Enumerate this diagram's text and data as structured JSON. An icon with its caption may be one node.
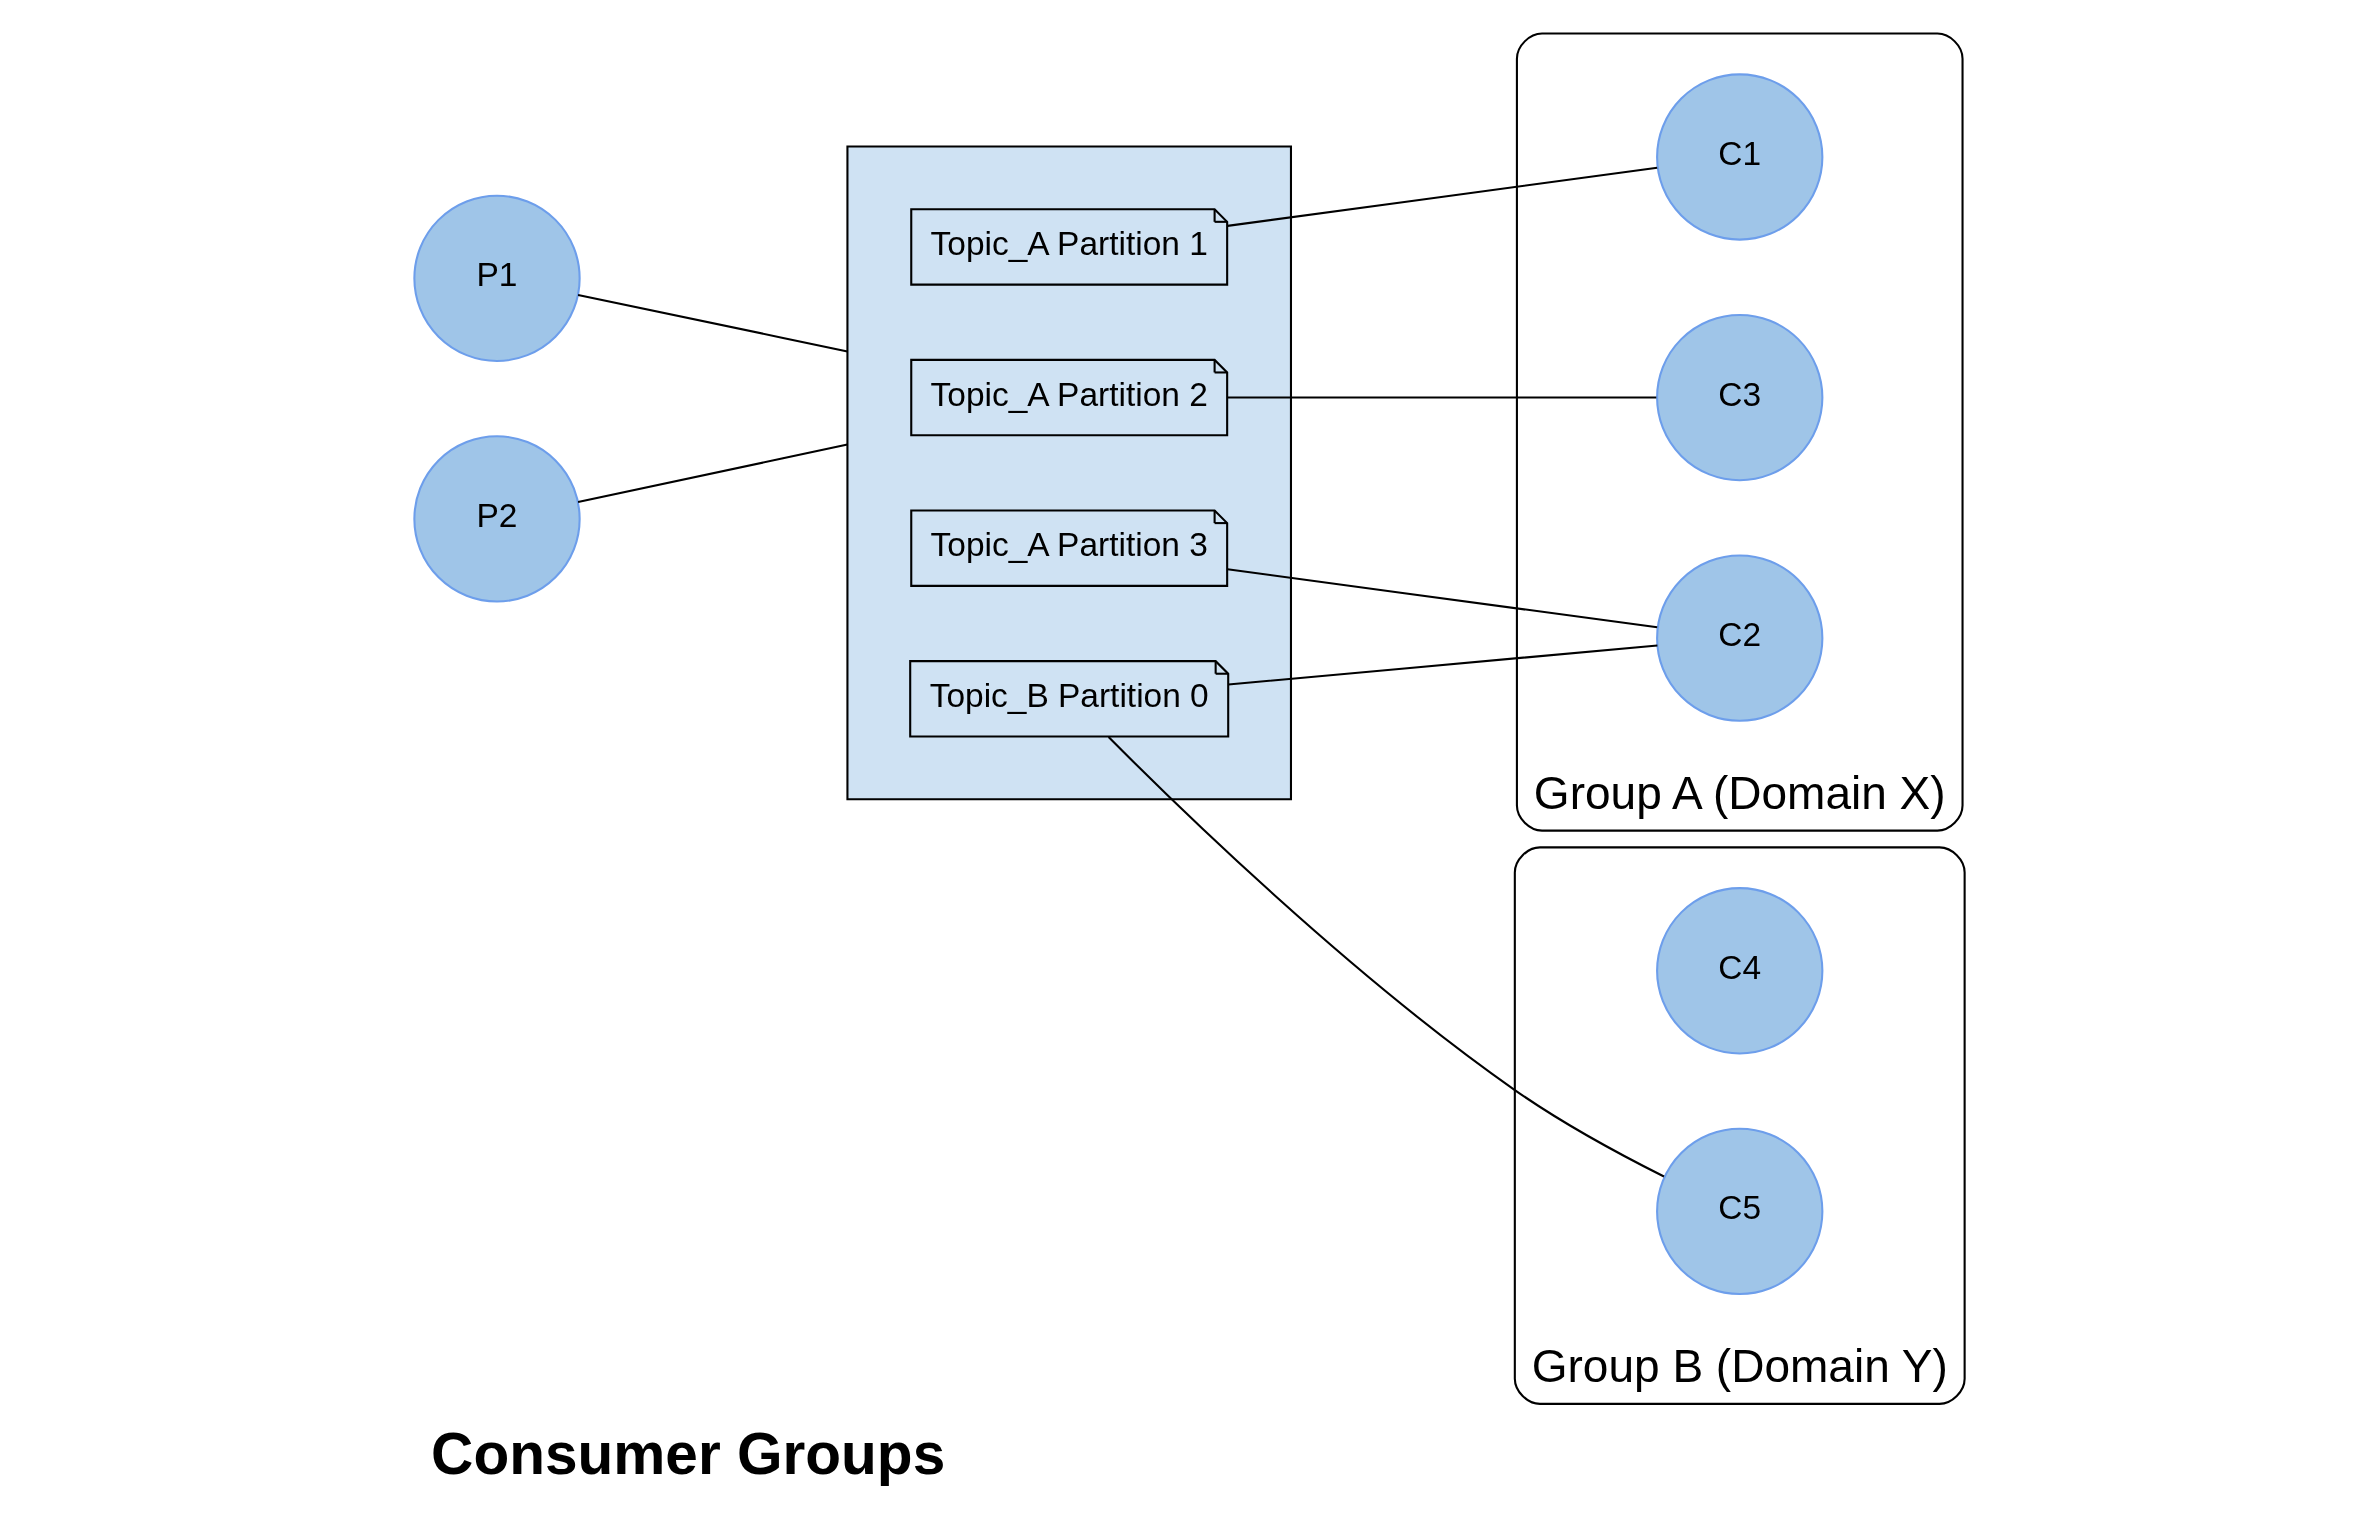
{
  "diagram": {
    "title": "Consumer Groups",
    "nodes": [
      {
        "text": [
          "P1"
        ]
      },
      {
        "text": [
          "P2"
        ]
      },
      {
        "text": [],
        "shape": "box"
      },
      {
        "text": [
          "Topic_A Partition 1"
        ],
        "in": 2
      },
      {
        "text": [
          "Topic_A Partition 2"
        ],
        "in": 2
      },
      {
        "text": [
          "Topic_A Partition 3"
        ],
        "in": 2
      },
      {
        "text": [
          "Topic_B Partition 0"
        ],
        "in": 2
      },
      {
        "text": [
          "Group A (Domain X)"
        ]
      },
      {
        "text": [
          "C1"
        ],
        "in": 7
      },
      {
        "text": [
          "C2"
        ],
        "in": 7
      },
      {
        "text": [
          "C3"
        ],
        "in": 7
      },
      {
        "text": [
          "Group B (Domain Y)"
        ]
      },
      {
        "text": [
          "C4"
        ],
        "in": 11
      },
      {
        "text": [
          "C5"
        ],
        "in": 11
      }
    ],
    "edges": [
      {
        "from": 0,
        "to": 2,
        "arrow": "none"
      },
      {
        "from": 1,
        "to": 2,
        "arrow": "none"
      },
      {
        "from": 3,
        "to": 8,
        "arrow": "none"
      },
      {
        "from": 4,
        "to": 10,
        "arrow": "none"
      },
      {
        "from": 5,
        "to": 9,
        "arrow": "none"
      },
      {
        "from": 6,
        "to": 9,
        "arrow": "none"
      },
      {
        "from": 6,
        "to": 13,
        "arrow": "none"
      }
    ]
  }
}
